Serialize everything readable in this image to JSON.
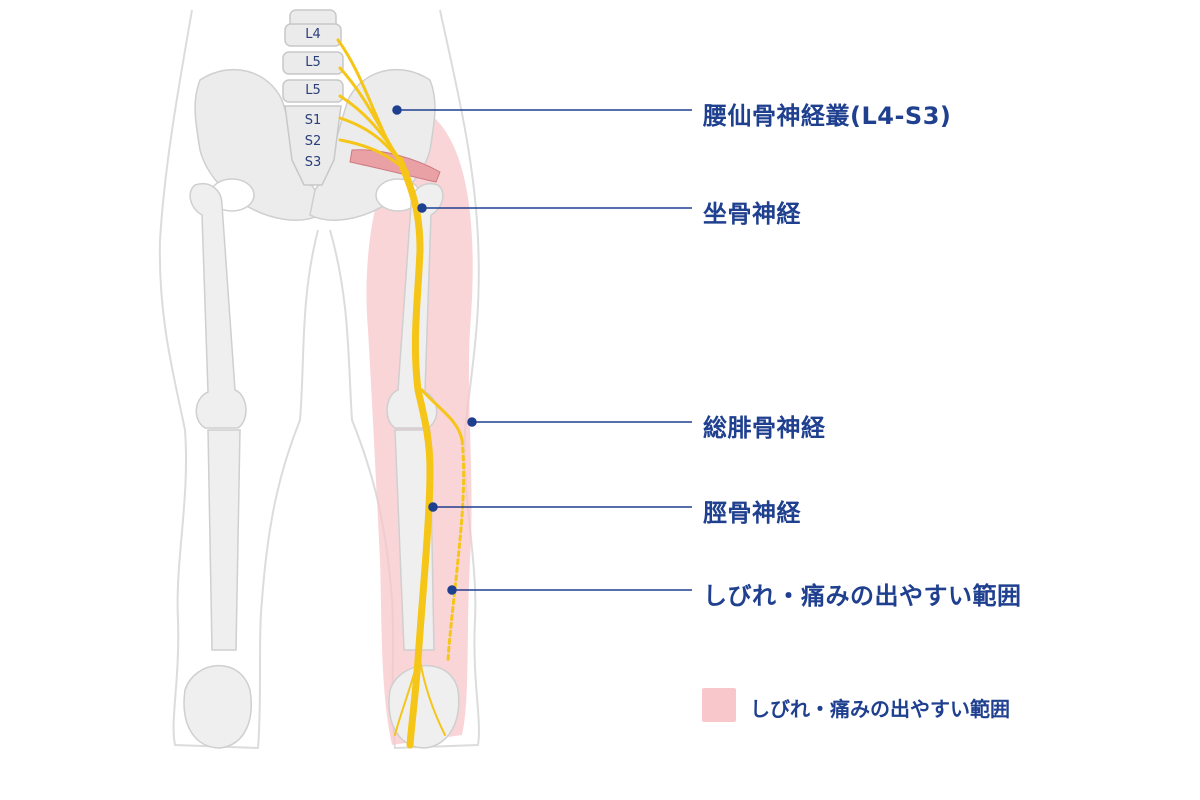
{
  "diagram": {
    "vertebrae": [
      "L4",
      "L5",
      "L5",
      "S1",
      "S2",
      "S3"
    ],
    "callouts": [
      {
        "id": "lumbosacral-plexus",
        "label": "腰仙骨神経叢(L4-S3)"
      },
      {
        "id": "sciatic-nerve",
        "label": "坐骨神経"
      },
      {
        "id": "common-peroneal-nerve",
        "label": "総腓骨神経"
      },
      {
        "id": "tibial-nerve",
        "label": "脛骨神経"
      },
      {
        "id": "numbness-area",
        "label": "しびれ・痛みの出やすい範囲"
      }
    ],
    "legend": {
      "label": "しびれ・痛みの出やすい範囲",
      "swatch_color": "#f8c7cb"
    },
    "colors": {
      "nerve": "#f5c518",
      "label": "#1f3f8f",
      "highlight": "#f8c7cb",
      "bone": "#e9e9e9"
    }
  }
}
